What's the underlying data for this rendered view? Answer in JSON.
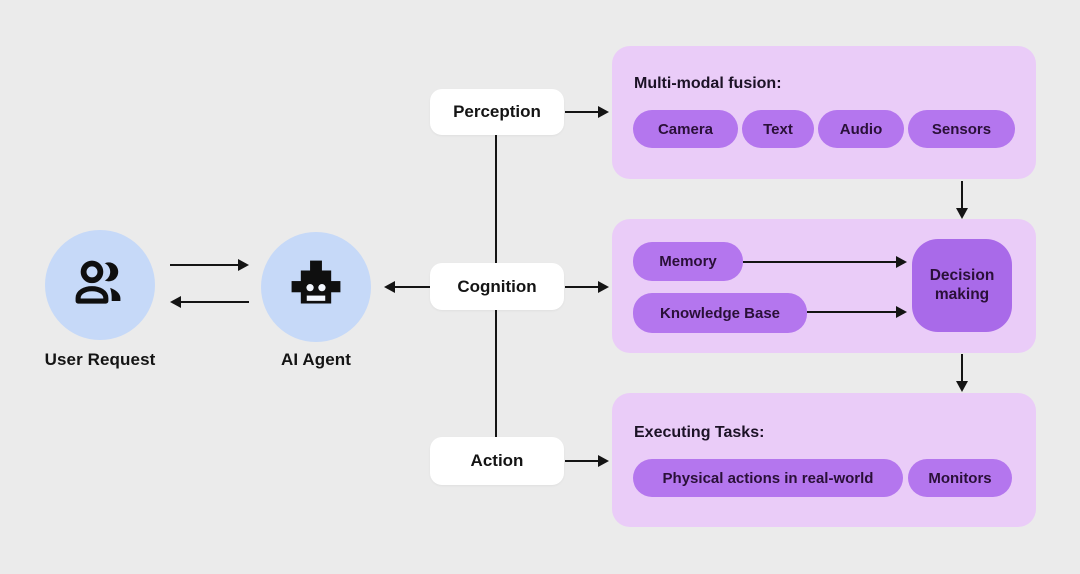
{
  "colors": {
    "background": "#ebebeb",
    "actor_circle": "#c6d9f8",
    "panel_bg": "#eaccf8",
    "pill_bg": "#b476ee",
    "decision_bg": "#a96ae9",
    "pill_text": "#2a1038",
    "text": "#141414",
    "stage_box_bg": "#ffffff",
    "icon_black": "#0f0f0f",
    "icon_hole": "#f2f6fe"
  },
  "actors": {
    "user": {
      "label": "User Request",
      "icon": "people-icon"
    },
    "agent": {
      "label": "AI Agent",
      "icon": "robot-icon"
    }
  },
  "stages": {
    "perception": {
      "label": "Perception"
    },
    "cognition": {
      "label": "Cognition"
    },
    "action": {
      "label": "Action"
    }
  },
  "panels": {
    "perception": {
      "title": "Multi-modal fusion:",
      "pills": [
        "Camera",
        "Text",
        "Audio",
        "Sensors"
      ]
    },
    "cognition": {
      "pills": [
        "Memory",
        "Knowledge Base"
      ],
      "decision_label": "Decision making"
    },
    "action": {
      "title": "Executing Tasks:",
      "pills": [
        "Physical actions in real-world",
        "Monitors"
      ]
    }
  }
}
